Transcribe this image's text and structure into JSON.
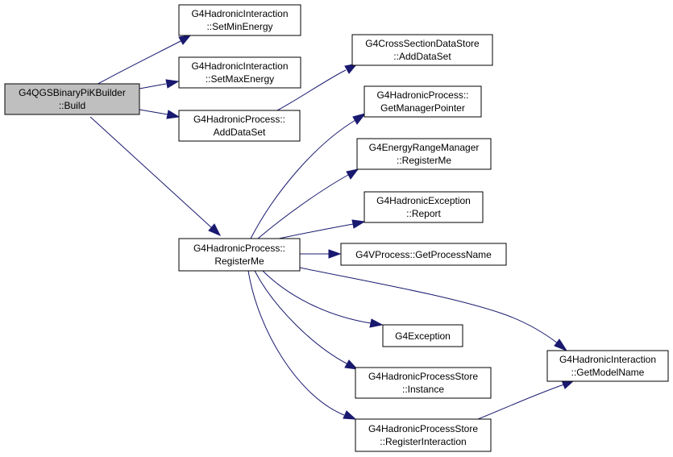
{
  "colors": {
    "edge": "#191970",
    "root_fill": "#bfbfbf",
    "node_fill": "#ffffff",
    "border": "#000000"
  },
  "nodes": {
    "build": [
      "G4QGSBinaryPiKBuilder",
      "::Build"
    ],
    "setmin": [
      "G4HadronicInteraction",
      "::SetMinEnergy"
    ],
    "setmax": [
      "G4HadronicInteraction",
      "::SetMaxEnergy"
    ],
    "hpadd": [
      "G4HadronicProcess::",
      "AddDataSet"
    ],
    "csadd": [
      "G4CrossSectionDataStore",
      "::AddDataSet"
    ],
    "getmgr": [
      "G4HadronicProcess::",
      "GetManagerPointer"
    ],
    "erm": [
      "G4EnergyRangeManager",
      "::RegisterMe"
    ],
    "hexc": [
      "G4HadronicException",
      "::Report"
    ],
    "regme": [
      "G4HadronicProcess::",
      "RegisterMe"
    ],
    "vproc": [
      "G4VProcess::GetProcessName"
    ],
    "g4exc": [
      "G4Exception"
    ],
    "modelname": [
      "G4HadronicInteraction",
      "::GetModelName"
    ],
    "hpsinst": [
      "G4HadronicProcessStore",
      "::Instance"
    ],
    "hpsreg": [
      "G4HadronicProcessStore",
      "::RegisterInteraction"
    ]
  }
}
